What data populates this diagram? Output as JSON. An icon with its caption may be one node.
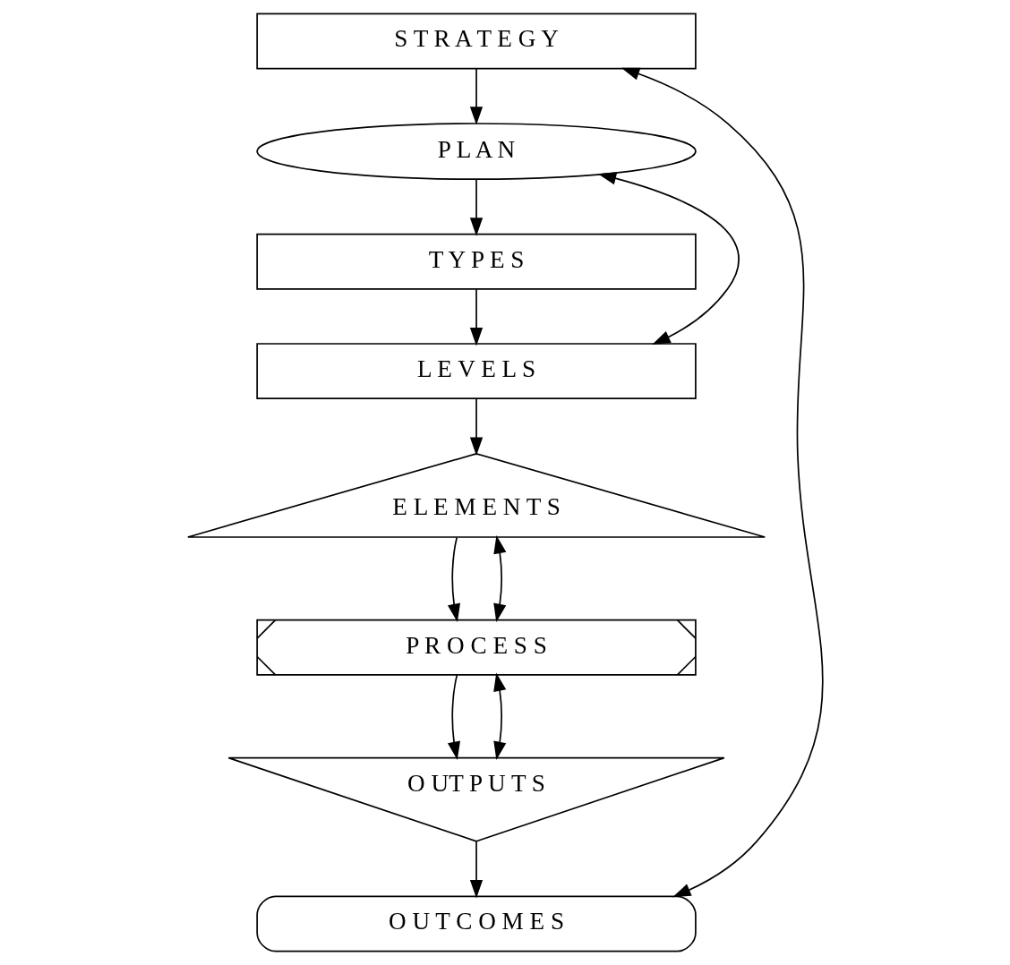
{
  "diagram": {
    "nodes": [
      {
        "text": [
          "S T R A T E G Y"
        ]
      },
      {
        "text": [
          "P L A N"
        ]
      },
      {
        "text": [
          "T Y P E S"
        ]
      },
      {
        "text": [
          "L E V E L S"
        ]
      },
      {
        "text": [
          "E L E M E N T S"
        ]
      },
      {
        "text": [
          "P R O C E S S"
        ]
      },
      {
        "text": [
          "O UT P U T S"
        ]
      },
      {
        "text": [
          "O U T C O M E S"
        ]
      }
    ],
    "edges": [
      {
        "from": 0,
        "to": 1,
        "arrow": "to"
      },
      {
        "from": 1,
        "to": 2,
        "arrow": "to"
      },
      {
        "from": 1,
        "to": 3,
        "arrow": "both"
      },
      {
        "from": 2,
        "to": 3,
        "arrow": "to"
      },
      {
        "from": 3,
        "to": 4,
        "arrow": "to"
      },
      {
        "from": 4,
        "to": 5,
        "arrow": "to"
      },
      {
        "from": 4,
        "to": 5,
        "arrow": "both"
      },
      {
        "from": 5,
        "to": 6,
        "arrow": "to"
      },
      {
        "from": 5,
        "to": 6,
        "arrow": "both"
      },
      {
        "from": 6,
        "to": 7,
        "arrow": "to"
      },
      {
        "from": 0,
        "to": 7,
        "arrow": "both"
      }
    ]
  }
}
